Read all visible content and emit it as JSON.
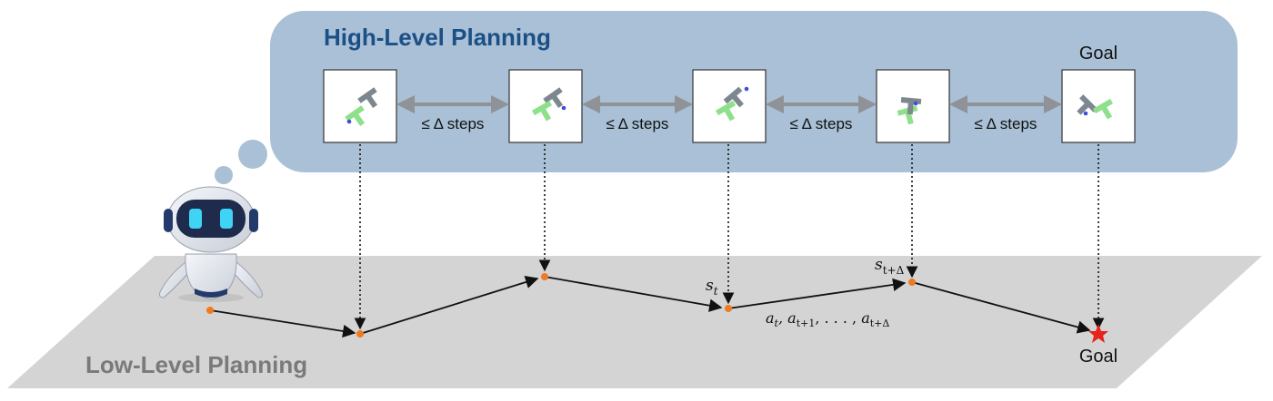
{
  "high_level": {
    "title": "High-Level Planning"
  },
  "low_level": {
    "title": "Low-Level Planning"
  },
  "goal_label_top": "Goal",
  "goal_label_bottom": "Goal",
  "step_label": "≤ Δ steps",
  "state_label_t": "s",
  "state_label_t_sub": "t",
  "state_label_tdelta": "s",
  "state_label_tdelta_sub": "t+Δ",
  "action_label": "a_t, a_{t+1}, . . . , a_{t+Δ}",
  "colors": {
    "high_panel": "#a9c0d6",
    "high_title": "#1b4f86",
    "low_plane": "#d4d4d4",
    "low_title": "#7a7a7a",
    "waypoint": "#f07a1e",
    "goal_star": "#e8231c",
    "t_gray": "#7d8790",
    "t_green": "#8ee08a",
    "dot_blue": "#3b4fd8",
    "bidir_arrow": "#8f9296"
  },
  "icons": [
    "robot-icon",
    "goal-star-icon",
    "t-block-icon"
  ]
}
